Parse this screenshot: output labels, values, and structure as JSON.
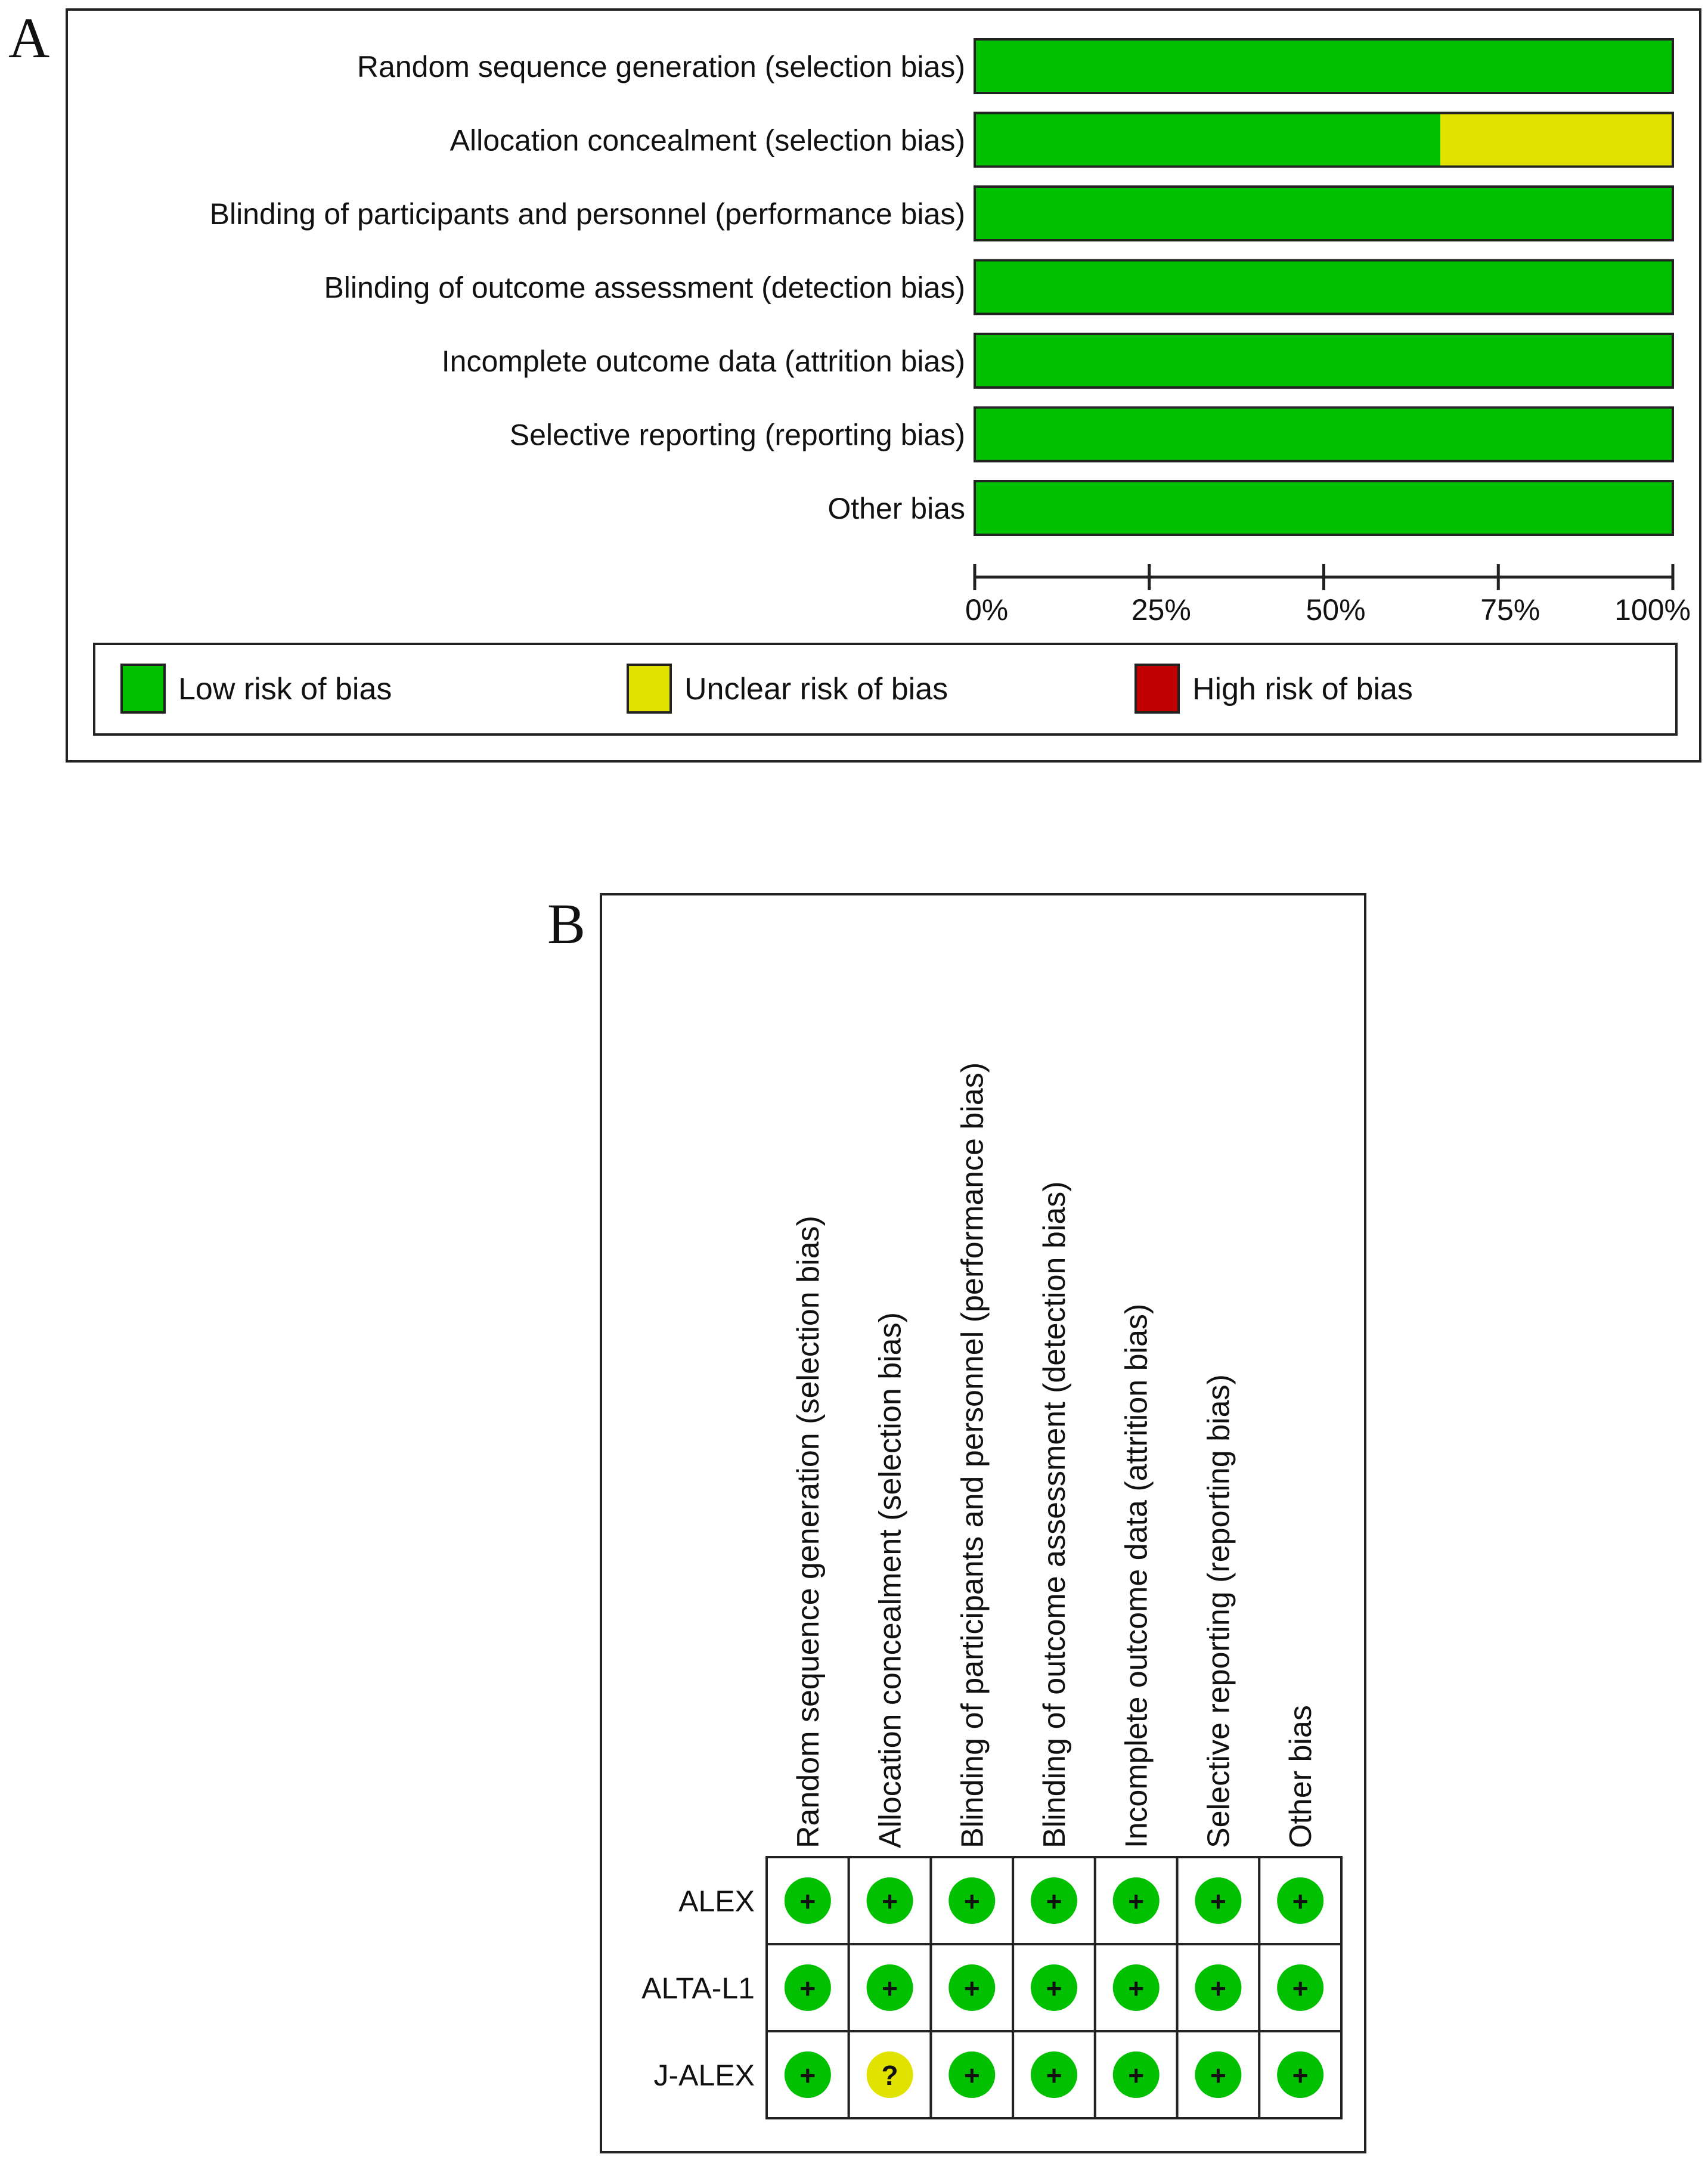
{
  "panel_a_label": "A",
  "panel_b_label": "B",
  "colors": {
    "low": "#00c000",
    "unclear": "#e2e200",
    "high": "#c00000",
    "symbol_text": "#111111"
  },
  "chart_data": [
    {
      "type": "bar",
      "orientation": "horizontal",
      "stacked": true,
      "categories": [
        "Random sequence generation (selection bias)",
        "Allocation concealment (selection bias)",
        "Blinding of participants and personnel (performance bias)",
        "Blinding of outcome assessment (detection bias)",
        "Incomplete outcome data (attrition bias)",
        "Selective reporting (reporting bias)",
        "Other bias"
      ],
      "series": [
        {
          "name": "Low risk of bias",
          "values": [
            100,
            66.7,
            100,
            100,
            100,
            100,
            100
          ]
        },
        {
          "name": "Unclear risk of bias",
          "values": [
            0,
            33.3,
            0,
            0,
            0,
            0,
            0
          ]
        },
        {
          "name": "High risk of bias",
          "values": [
            0,
            0,
            0,
            0,
            0,
            0,
            0
          ]
        }
      ],
      "xticks": [
        "0%",
        "25%",
        "50%",
        "75%",
        "100%"
      ],
      "xlim": [
        0,
        100
      ],
      "legend_position": "bottom"
    },
    {
      "type": "table",
      "columns": [
        "Random sequence generation (selection  bias)",
        "Allocation concealment (selection bias)",
        "Blinding of participants and personnel (performance bias)",
        "Blinding of outcome assessment (detection bias)",
        "Incomplete outcome data (attrition bias)",
        "Selective reporting (reporting bias)",
        "Other bias"
      ],
      "rows": [
        {
          "study": "ALEX",
          "judgements": [
            "low",
            "low",
            "low",
            "low",
            "low",
            "low",
            "low"
          ]
        },
        {
          "study": "ALTA-L1",
          "judgements": [
            "low",
            "low",
            "low",
            "low",
            "low",
            "low",
            "low"
          ]
        },
        {
          "study": "J-ALEX",
          "judgements": [
            "low",
            "unclear",
            "low",
            "low",
            "low",
            "low",
            "low"
          ]
        }
      ],
      "symbols": {
        "low": "+",
        "unclear": "?",
        "high": "−"
      }
    }
  ]
}
